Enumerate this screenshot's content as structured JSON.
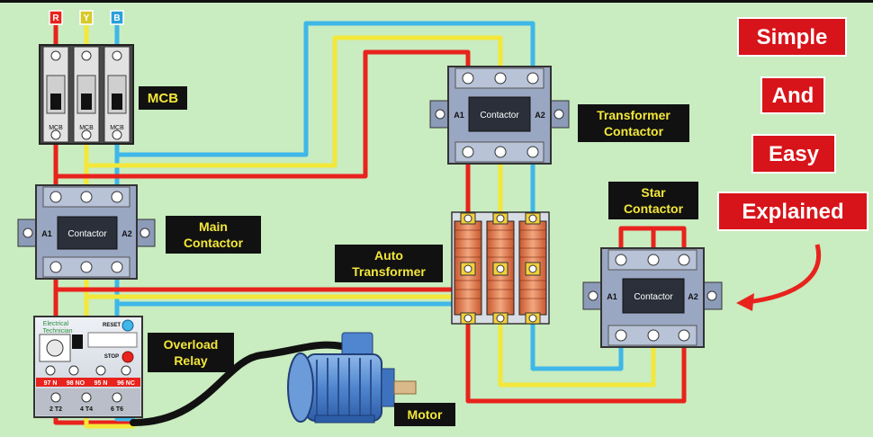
{
  "phases": {
    "r": "R",
    "y": "Y",
    "b": "B"
  },
  "colors": {
    "red": "#e8231d",
    "yellow": "#f3e73a",
    "blue": "#3fb7e8",
    "black": "#111111",
    "background": "#c9ecc0"
  },
  "mcb": {
    "label": "MCB",
    "pole_label": "MCB"
  },
  "main_contactor": {
    "label_line1": "Main",
    "label_line2": "Contactor",
    "name": "Contactor",
    "a1": "A1",
    "a2": "A2"
  },
  "transformer_contactor": {
    "label_line1": "Transformer",
    "label_line2": "Contactor",
    "name": "Contactor",
    "a1": "A1",
    "a2": "A2"
  },
  "star_contactor": {
    "label_line1": "Star",
    "label_line2": "Contactor",
    "name": "Contactor",
    "a1": "A1",
    "a2": "A2"
  },
  "auto_transformer": {
    "label_line1": "Auto",
    "label_line2": "Transformer"
  },
  "overload_relay": {
    "label_line1": "Overload",
    "label_line2": "Relay",
    "brand_line1": "Electrical",
    "brand_line2": "Technician",
    "reset": "RESET",
    "stop": "STOP",
    "aux_terminals": [
      "97 N",
      "98 NO",
      "95 N",
      "96 NC"
    ],
    "out_terminals": [
      "2 T2",
      "4 T4",
      "6 T6"
    ]
  },
  "motor": {
    "label": "Motor"
  },
  "title_words": [
    "Simple",
    "And",
    "Easy",
    "Explained"
  ]
}
